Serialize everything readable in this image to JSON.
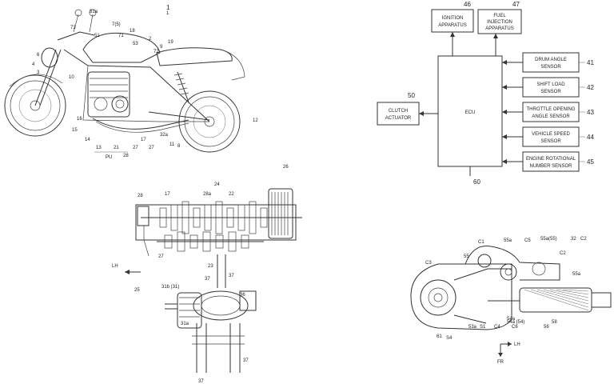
{
  "motorcycle": {
    "fig_number": "1",
    "ref_labels": [
      "51a",
      "73",
      "51",
      "7(5)",
      "18",
      "71",
      "53",
      "2",
      "6",
      "4",
      "3",
      "10",
      "72",
      "9",
      "19",
      "1",
      "12",
      "16",
      "15",
      "14",
      "13",
      "21",
      "28",
      "17",
      "27",
      "27",
      "32a",
      "11",
      "8"
    ],
    "group_label": "PU"
  },
  "block_diagram": {
    "ecu_label": "ECU",
    "ecu_number": "60",
    "ignition": {
      "label_line1": "IGNITION",
      "label_line2": "APPARATUS",
      "number": "46"
    },
    "fuel": {
      "label_line1": "FUEL",
      "label_line2": "INJECTION",
      "label_line3": "APPARATUS",
      "number": "47"
    },
    "clutch": {
      "label_line1": "CLUTCH",
      "label_line2": "ACTUATOR",
      "number": "50"
    },
    "sensors": [
      {
        "line1": "DRUM ANGLE",
        "line2": "SENSOR",
        "number": "41"
      },
      {
        "line1": "SHIFT LOAD",
        "line2": "SENSOR",
        "number": "42"
      },
      {
        "line1": "THROTTLE OPENING",
        "line2": "ANGLE SENSOR",
        "number": "43"
      },
      {
        "line1": "VEHICLE SPEED",
        "line2": "SENSOR",
        "number": "44"
      },
      {
        "line1": "ENGINE ROTATIONAL",
        "line2": "NUMBER SENSOR",
        "number": "45"
      }
    ]
  },
  "transmission": {
    "ref_labels": [
      "26",
      "24",
      "28a",
      "22",
      "28",
      "17",
      "27",
      "23",
      "37",
      "37",
      "36",
      "31b (31)",
      "31a",
      "37",
      "37",
      "25"
    ],
    "lh_label": "LH"
  },
  "actuator": {
    "ref_labels": [
      "C2",
      "C1",
      "55a",
      "C5",
      "55a(55)",
      "C2",
      "32",
      "55",
      "C3",
      "C4",
      "54a",
      "58",
      "S4",
      "C6",
      "S1",
      "61",
      "53a",
      "54a (54)",
      "56",
      "55a"
    ],
    "fr_label": "FR",
    "lh_label": "LH"
  }
}
